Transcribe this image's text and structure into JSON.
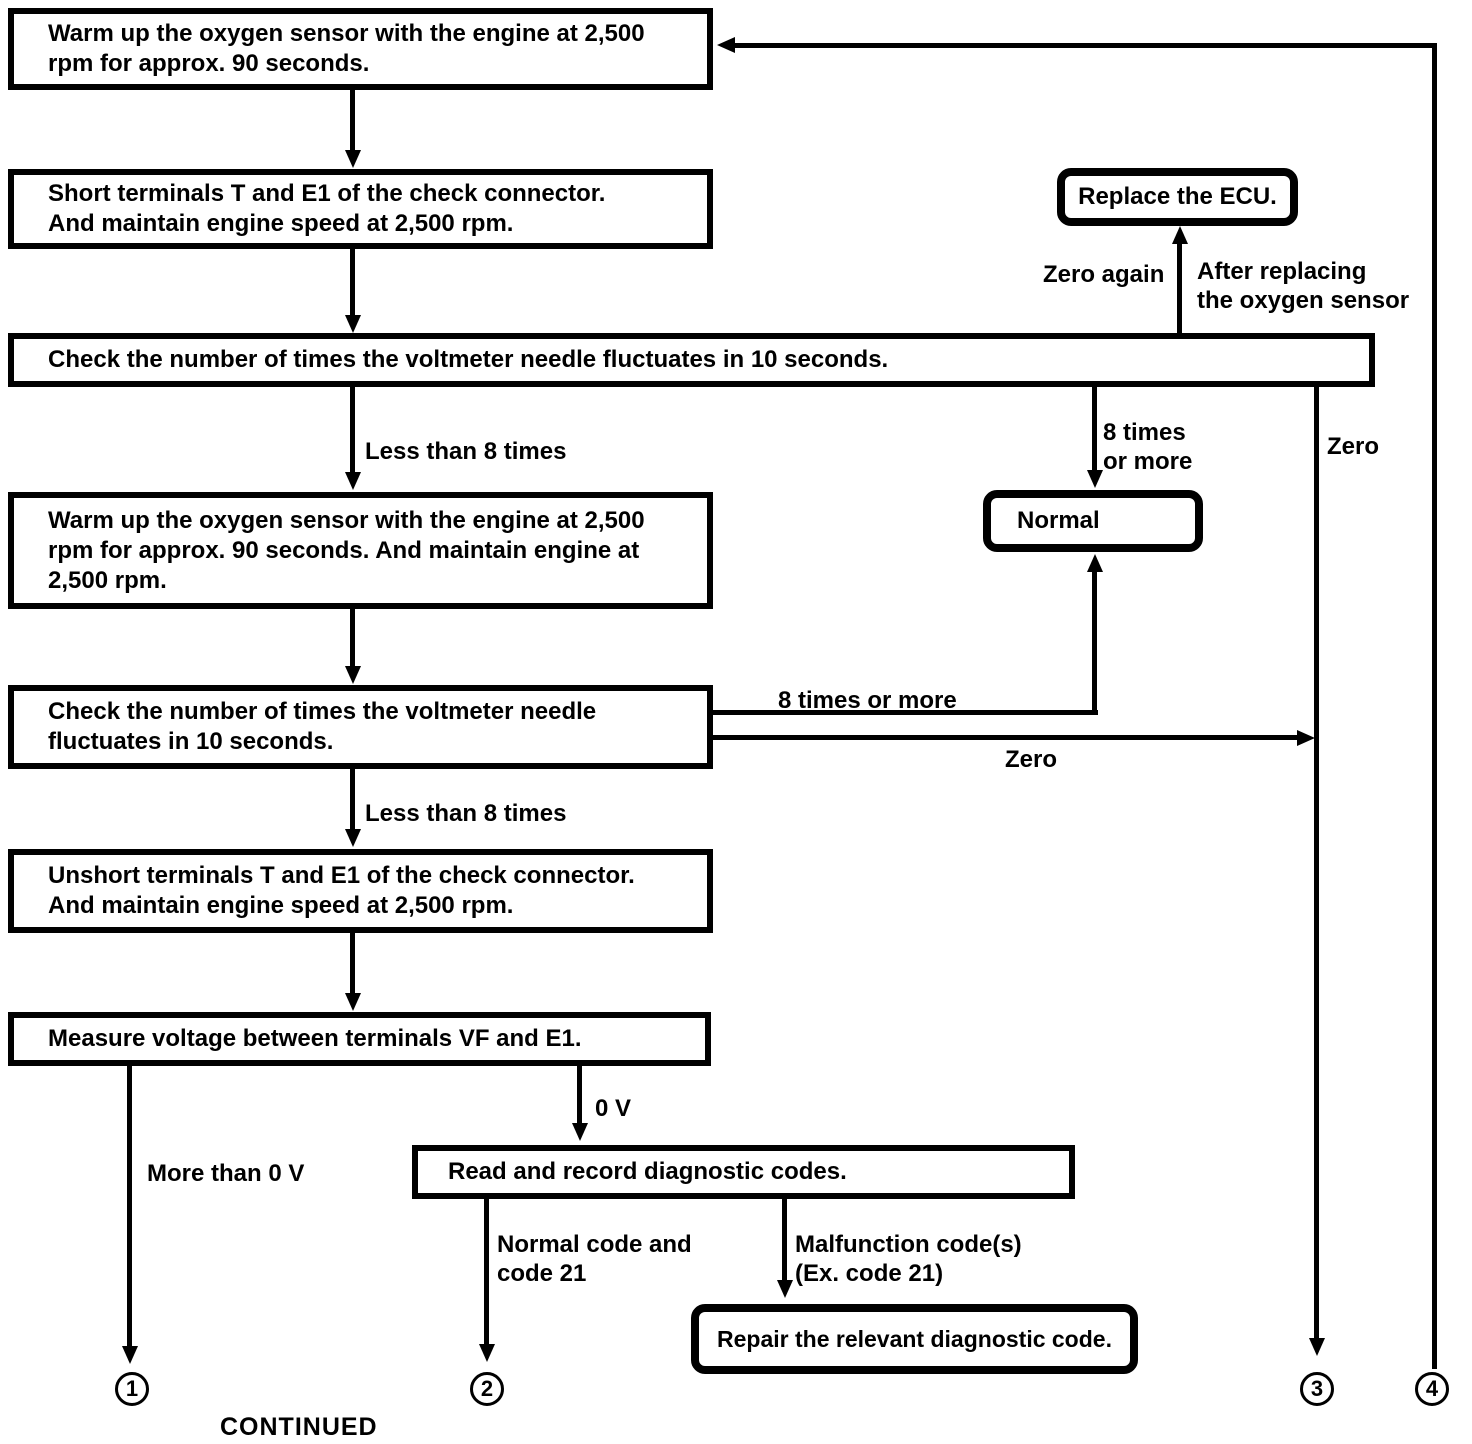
{
  "boxes": {
    "warm_up_1": "Warm up the oxygen sensor with the engine at 2,500\nrpm for approx. 90 seconds.",
    "short_terminals": "Short terminals T and E1 of the check connector.\nAnd maintain engine speed at 2,500 rpm.",
    "check_fluctuations_1": "Check the number of times the voltmeter needle fluctuates in 10 seconds.",
    "warm_up_2": "Warm up the oxygen sensor with the engine at 2,500\nrpm for approx. 90 seconds.  And maintain engine at\n2,500 rpm.",
    "check_fluctuations_2": "Check the number of times the voltmeter needle\nfluctuates in 10 seconds.",
    "unshort_terminals": "Unshort terminals T and E1 of the check connector.\nAnd maintain engine speed at 2,500 rpm.",
    "measure_voltage": "Measure voltage between terminals VF and E1.",
    "read_codes": "Read and record diagnostic codes.",
    "replace_ecu": "Replace the ECU.",
    "normal": "Normal",
    "repair": "Repair the relevant diagnostic code."
  },
  "labels": {
    "less_than_8_top": "Less than 8 times",
    "eight_times_stacked": "8 times\nor more",
    "zero_vertical": "Zero",
    "zero_again": "Zero again",
    "after_replacing": "After replacing\nthe oxygen sensor",
    "eight_times_inline": "8 times or more",
    "zero_horizontal": "Zero",
    "less_than_8_bottom": "Less than 8 times",
    "more_than_0v": "More than 0 V",
    "zero_v": "0 V",
    "normal_code": "Normal code and\ncode 21",
    "malfunction_code": "Malfunction code(s)\n(Ex. code 21)"
  },
  "connectors": {
    "c1": "1",
    "c2": "2",
    "c3": "3",
    "c4": "4"
  },
  "footer": {
    "continued": "CONTINUED"
  },
  "colors": {
    "ink": "#000000",
    "paper": "#ffffff"
  }
}
